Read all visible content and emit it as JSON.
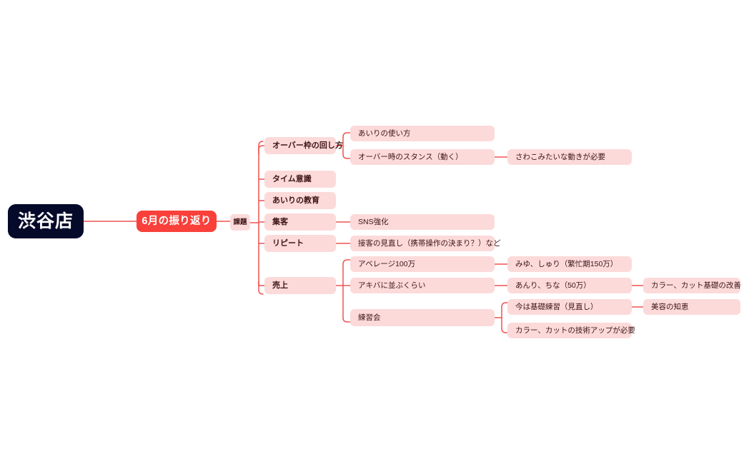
{
  "diagram": {
    "type": "mindmap",
    "title_node": "渋谷店",
    "colors": {
      "root_bg": "#060a2a",
      "root_text": "#ffffff",
      "primary_bg": "#f9403a",
      "primary_text": "#ffffff",
      "node_bg": "#fcdada",
      "node_text": "#3d1414",
      "link": "#ef5350",
      "canvas_bg": "#ffffff"
    }
  },
  "nodes": {
    "root": {
      "label": "渋谷店"
    },
    "primary": {
      "label": "6月の振り返り"
    },
    "tag_kadai": {
      "label": "課題"
    },
    "topics": [
      {
        "id": "over",
        "label": "オーバー枠の回し方"
      },
      {
        "id": "time",
        "label": "タイム意識"
      },
      {
        "id": "airi",
        "label": "あいりの教育"
      },
      {
        "id": "shukyaku",
        "label": "集客"
      },
      {
        "id": "repeat",
        "label": "リピート"
      },
      {
        "id": "uriage",
        "label": "売上"
      }
    ],
    "level3": [
      {
        "id": "airi_use",
        "label": "あいりの使い方"
      },
      {
        "id": "over_stance",
        "label": "オーバー時のスタンス（動く）"
      },
      {
        "id": "sns",
        "label": "SNS強化"
      },
      {
        "id": "sekkyaku",
        "label": "接客の見直し（携帯操作の決まり？）など"
      },
      {
        "id": "average",
        "label": "アベレージ100万"
      },
      {
        "id": "akiba",
        "label": "アキバに並ぶくらい"
      },
      {
        "id": "renshukai",
        "label": "練習会"
      }
    ],
    "level4": [
      {
        "id": "sawakomi",
        "label": "さわこみたいな動きが必要"
      },
      {
        "id": "miyu",
        "label": "みゆ、しゅり（繁忙期150万）"
      },
      {
        "id": "anri",
        "label": "あんり、ちな（50万）"
      },
      {
        "id": "kiso",
        "label": "今は基礎練習（見直し）"
      },
      {
        "id": "color_cut",
        "label": "カラー、カットの技術アップが必要"
      }
    ],
    "level5": [
      {
        "id": "color_kaizen",
        "label": "カラー、カット基礎の改善"
      },
      {
        "id": "biyou",
        "label": "美容の知恵"
      }
    ]
  }
}
